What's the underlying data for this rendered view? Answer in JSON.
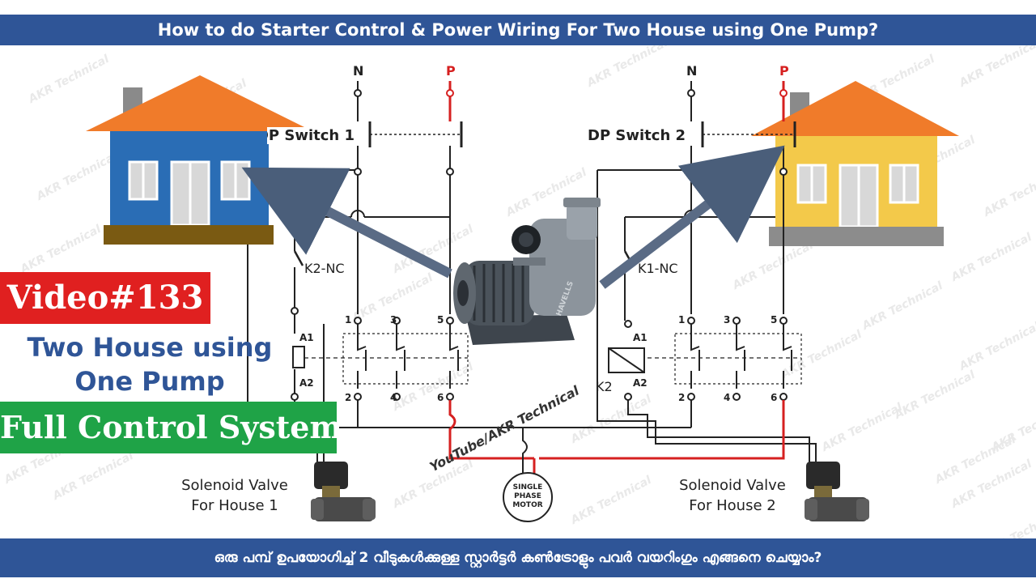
{
  "title": "How to do Starter Control & Power Wiring For Two House using One Pump?",
  "footer": "ഒരു പമ്പ് ഉപയോഗിച്ച് 2 വീടുകൾക്കുള്ള സ്റ്റാർട്ടർ കൺട്രോളും പവർ വയറിംഗും എങ്ങനെ ചെയ്യാം?",
  "video_badge": "Video#133",
  "subtitle": "Two House using One Pump",
  "system_badge": "Full Control System",
  "watermark": "AKR Technical",
  "youtube_credit": "YouTube/AKR Technical",
  "supply": {
    "neutral": "N",
    "phase": "P"
  },
  "switches": {
    "left": "DP Switch 1",
    "right": "DP Switch 2"
  },
  "interlocks": {
    "left": "K2-NC",
    "right": "K1-NC"
  },
  "contactor": {
    "coil_a1": "A1",
    "coil_a2": "A2",
    "right_coil_name": "K2"
  },
  "terminals": {
    "top": [
      "1",
      "3",
      "5"
    ],
    "bottom": [
      "2",
      "4",
      "6"
    ]
  },
  "motor": [
    "SINGLE",
    "PHASE",
    "MOTOR"
  ],
  "pump_brand": "HAVELLS",
  "valves": {
    "left": [
      "Solenoid Valve",
      "For House 1"
    ],
    "right": [
      "Solenoid Valve",
      "For House 2"
    ]
  },
  "colors": {
    "banner": "#2f5597",
    "video_badge": "#e02020",
    "system_badge": "#1fa347",
    "phase_wire": "#d62020",
    "house_left_wall": "#2a6db5",
    "house_right_wall": "#f3c94a",
    "roof": "#f07b2a"
  }
}
